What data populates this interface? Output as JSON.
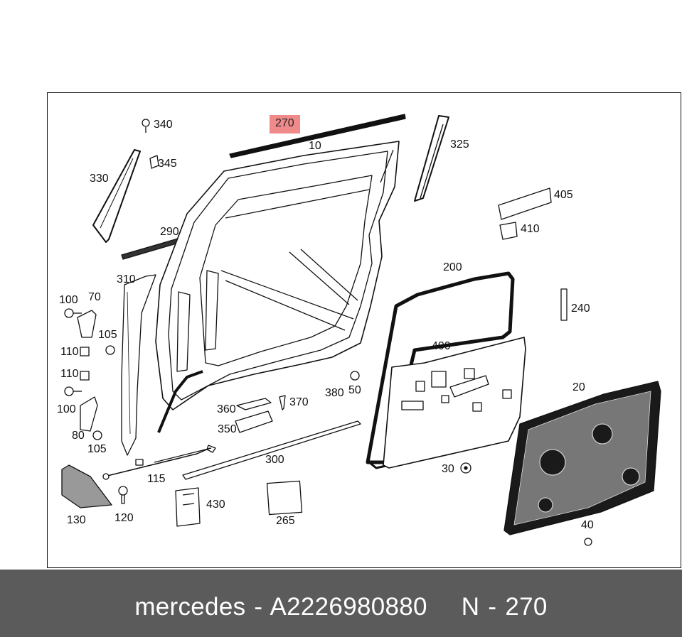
{
  "callouts": {
    "c340": "340",
    "c270": "270",
    "c10": "10",
    "c325": "325",
    "c345": "345",
    "c330": "330",
    "c405": "405",
    "c290": "290",
    "c410": "410",
    "c200": "200",
    "c310": "310",
    "c100a": "100",
    "c70": "70",
    "c240": "240",
    "c105a": "105",
    "c400": "400",
    "c110a": "110",
    "c110b": "110",
    "c20": "20",
    "c370": "370",
    "c380": "380",
    "c50": "50",
    "c360": "360",
    "c100b": "100",
    "c350": "350",
    "c80": "80",
    "c105b": "105",
    "c300": "300",
    "c115": "115",
    "c30": "30",
    "c430": "430",
    "c130": "130",
    "c120": "120",
    "c265": "265",
    "c40": "40"
  },
  "colors": {
    "highlight": "#f08a8a",
    "footer_bg": "#5b5b5b",
    "footer_text": "#ffffff"
  },
  "footer": {
    "brand": "mercedes",
    "sep1": "-",
    "part_number": "A2226980880",
    "label": "N - 270"
  }
}
